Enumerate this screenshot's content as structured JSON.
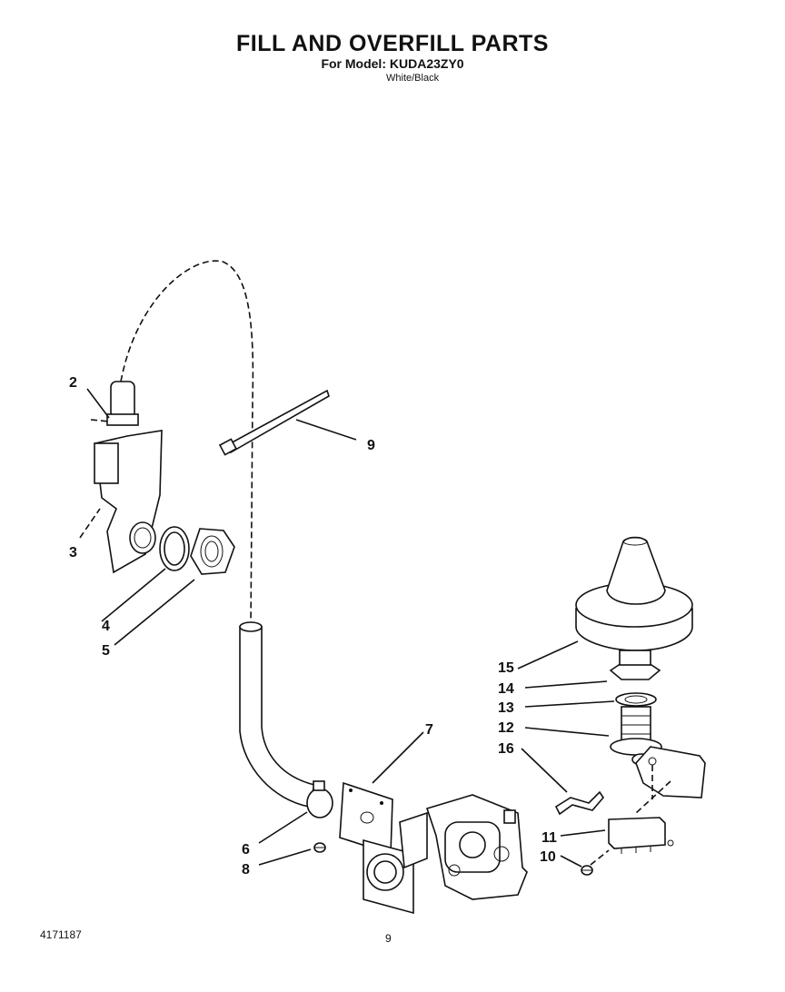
{
  "header": {
    "title": "FILL AND OVERFILL PARTS",
    "model_line": "For Model: KUDA23ZY0",
    "variant": "White/Black"
  },
  "footer": {
    "doc_number": "4171187",
    "page_number": "9"
  },
  "callouts": {
    "c1": "2",
    "c2": "3",
    "c3": "4",
    "c4": "5",
    "c5": "9",
    "c6": "7",
    "c7": "6",
    "c8": "8",
    "c9": "15",
    "c10": "14",
    "c11": "13",
    "c12": "12",
    "c13": "16",
    "c14": "11",
    "c15": "10"
  }
}
